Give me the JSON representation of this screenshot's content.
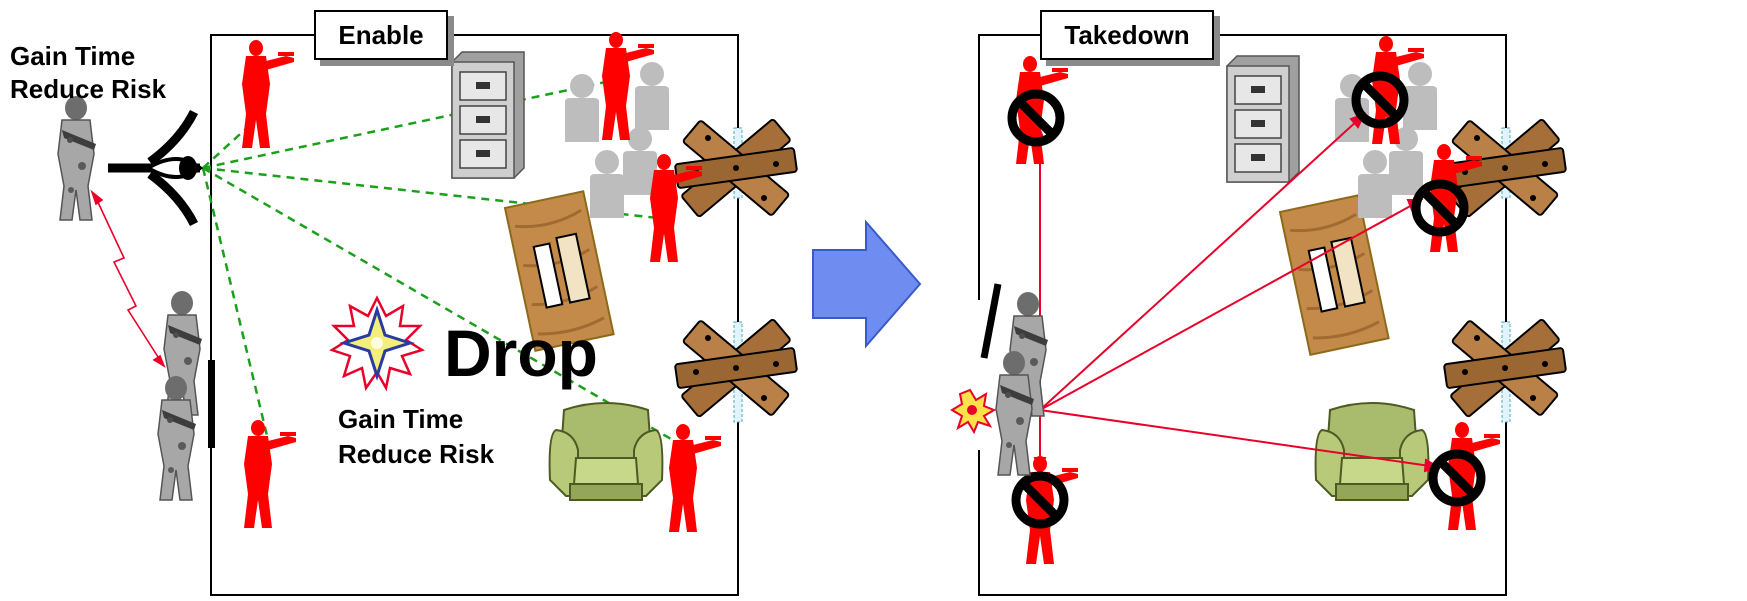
{
  "left_panel": {
    "title": "Enable",
    "top_note": {
      "line1": "Gain Time",
      "line2": "Reduce Risk"
    },
    "drop_label": "Drop",
    "drop_note": {
      "line1": "Gain Time",
      "line2": "Reduce Risk"
    }
  },
  "right_panel": {
    "title": "Takedown"
  },
  "colors": {
    "threat": "#ff0000",
    "sight_line": "#1aa01a",
    "fire_line": "#e8002a",
    "arrow": "#6f8df0",
    "no_symbol": "#000000",
    "person": "#bdbdbd"
  },
  "icons": [
    "soldier-icon",
    "eye-icon",
    "enemy-icon",
    "cabinet-icon",
    "table-icon",
    "couch-icon",
    "barricade-icon",
    "flash-icon",
    "no-symbol-icon",
    "hostage-icon",
    "next-arrow-icon"
  ]
}
